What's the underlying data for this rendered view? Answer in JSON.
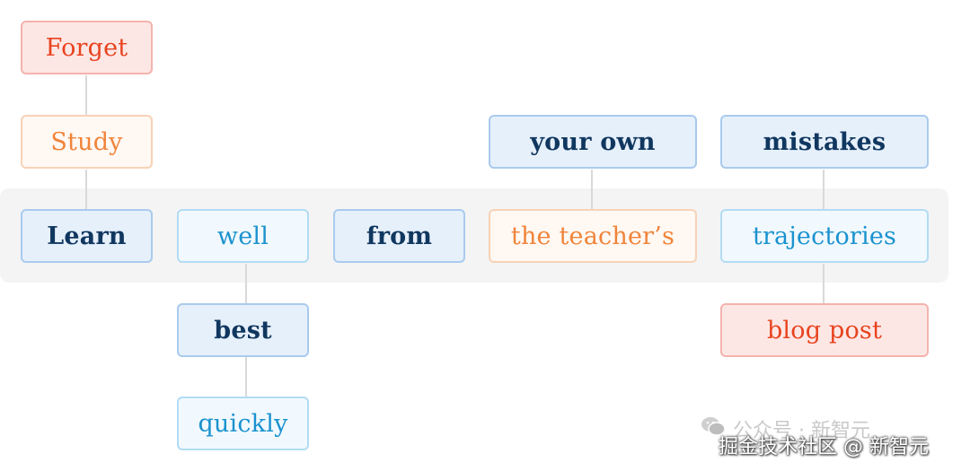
{
  "diagram": {
    "colors": {
      "selected_text": "#10375f",
      "alternative_text": "#1b92cf",
      "red_text": "#e8431f",
      "orange_text": "#f0843a",
      "band": "#f4f4f4",
      "connector": "#d9d9d9"
    },
    "main_sequence": [
      "Learn",
      "well",
      "from",
      "the teacher’s",
      "trajectories"
    ],
    "branches": {
      "col1": [
        "Study",
        "Forget"
      ],
      "col2": [
        "best",
        "quickly"
      ],
      "col4": [
        "your own"
      ],
      "col5_above": [
        "mistakes"
      ],
      "col5_below": [
        "blog post"
      ]
    }
  },
  "watermark": {
    "line1": "公众号 · 新智元",
    "line2": "掘金技术社区 @ 新智元",
    "icon": "wechat-icon"
  }
}
